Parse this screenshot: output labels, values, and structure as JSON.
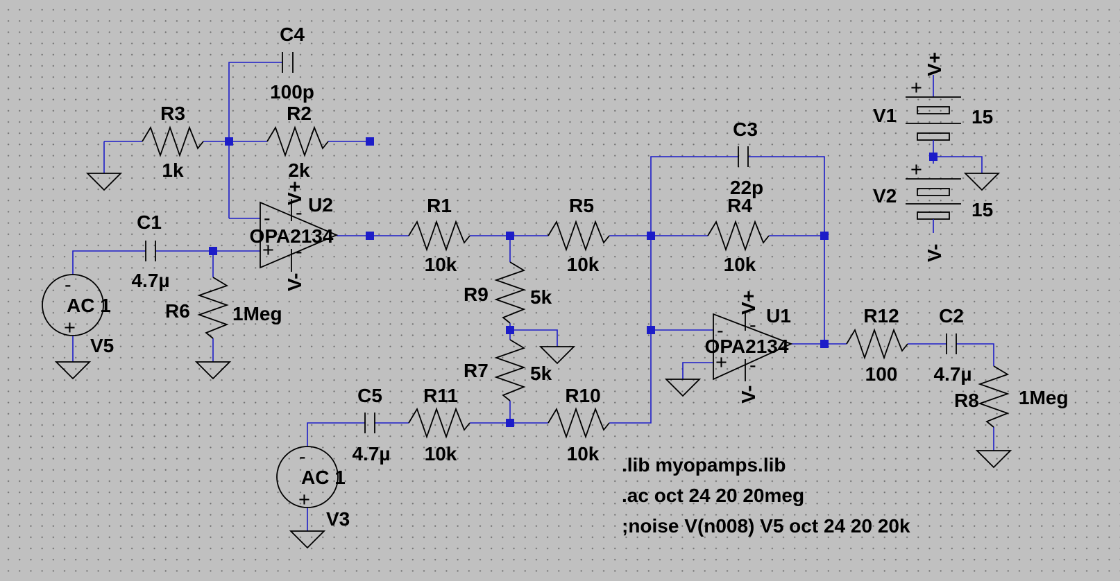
{
  "components": {
    "R1": {
      "name": "R1",
      "value": "10k"
    },
    "R2": {
      "name": "R2",
      "value": "2k"
    },
    "R3": {
      "name": "R3",
      "value": "1k"
    },
    "R4": {
      "name": "R4",
      "value": "10k"
    },
    "R5": {
      "name": "R5",
      "value": "10k"
    },
    "R6": {
      "name": "R6",
      "value": "1Meg"
    },
    "R7": {
      "name": "R7",
      "value": "5k"
    },
    "R8": {
      "name": "R8",
      "value": "1Meg"
    },
    "R9": {
      "name": "R9",
      "value": "5k"
    },
    "R10": {
      "name": "R10",
      "value": "10k"
    },
    "R11": {
      "name": "R11",
      "value": "10k"
    },
    "R12": {
      "name": "R12",
      "value": "100"
    },
    "C1": {
      "name": "C1",
      "value": "4.7µ"
    },
    "C2": {
      "name": "C2",
      "value": "4.7µ"
    },
    "C3": {
      "name": "C3",
      "value": "22p"
    },
    "C4": {
      "name": "C4",
      "value": "100p"
    },
    "C5": {
      "name": "C5",
      "value": "4.7µ"
    },
    "U1": {
      "name": "U1",
      "value": "OPA2134"
    },
    "U2": {
      "name": "U2",
      "value": "OPA2134"
    },
    "V1": {
      "name": "V1",
      "value": "15"
    },
    "V2": {
      "name": "V2",
      "value": "15"
    },
    "V3": {
      "name": "V3",
      "value": "AC 1"
    },
    "V5": {
      "name": "V5",
      "value": "AC 1"
    }
  },
  "labels": {
    "vplus": "V+",
    "vminus": "V-",
    "plus": "+",
    "minus": "-"
  },
  "directives": [
    ".lib myopamps.lib",
    ".ac oct 24 20 20meg",
    ";noise V(n008) V5 oct 24 20 20k"
  ]
}
